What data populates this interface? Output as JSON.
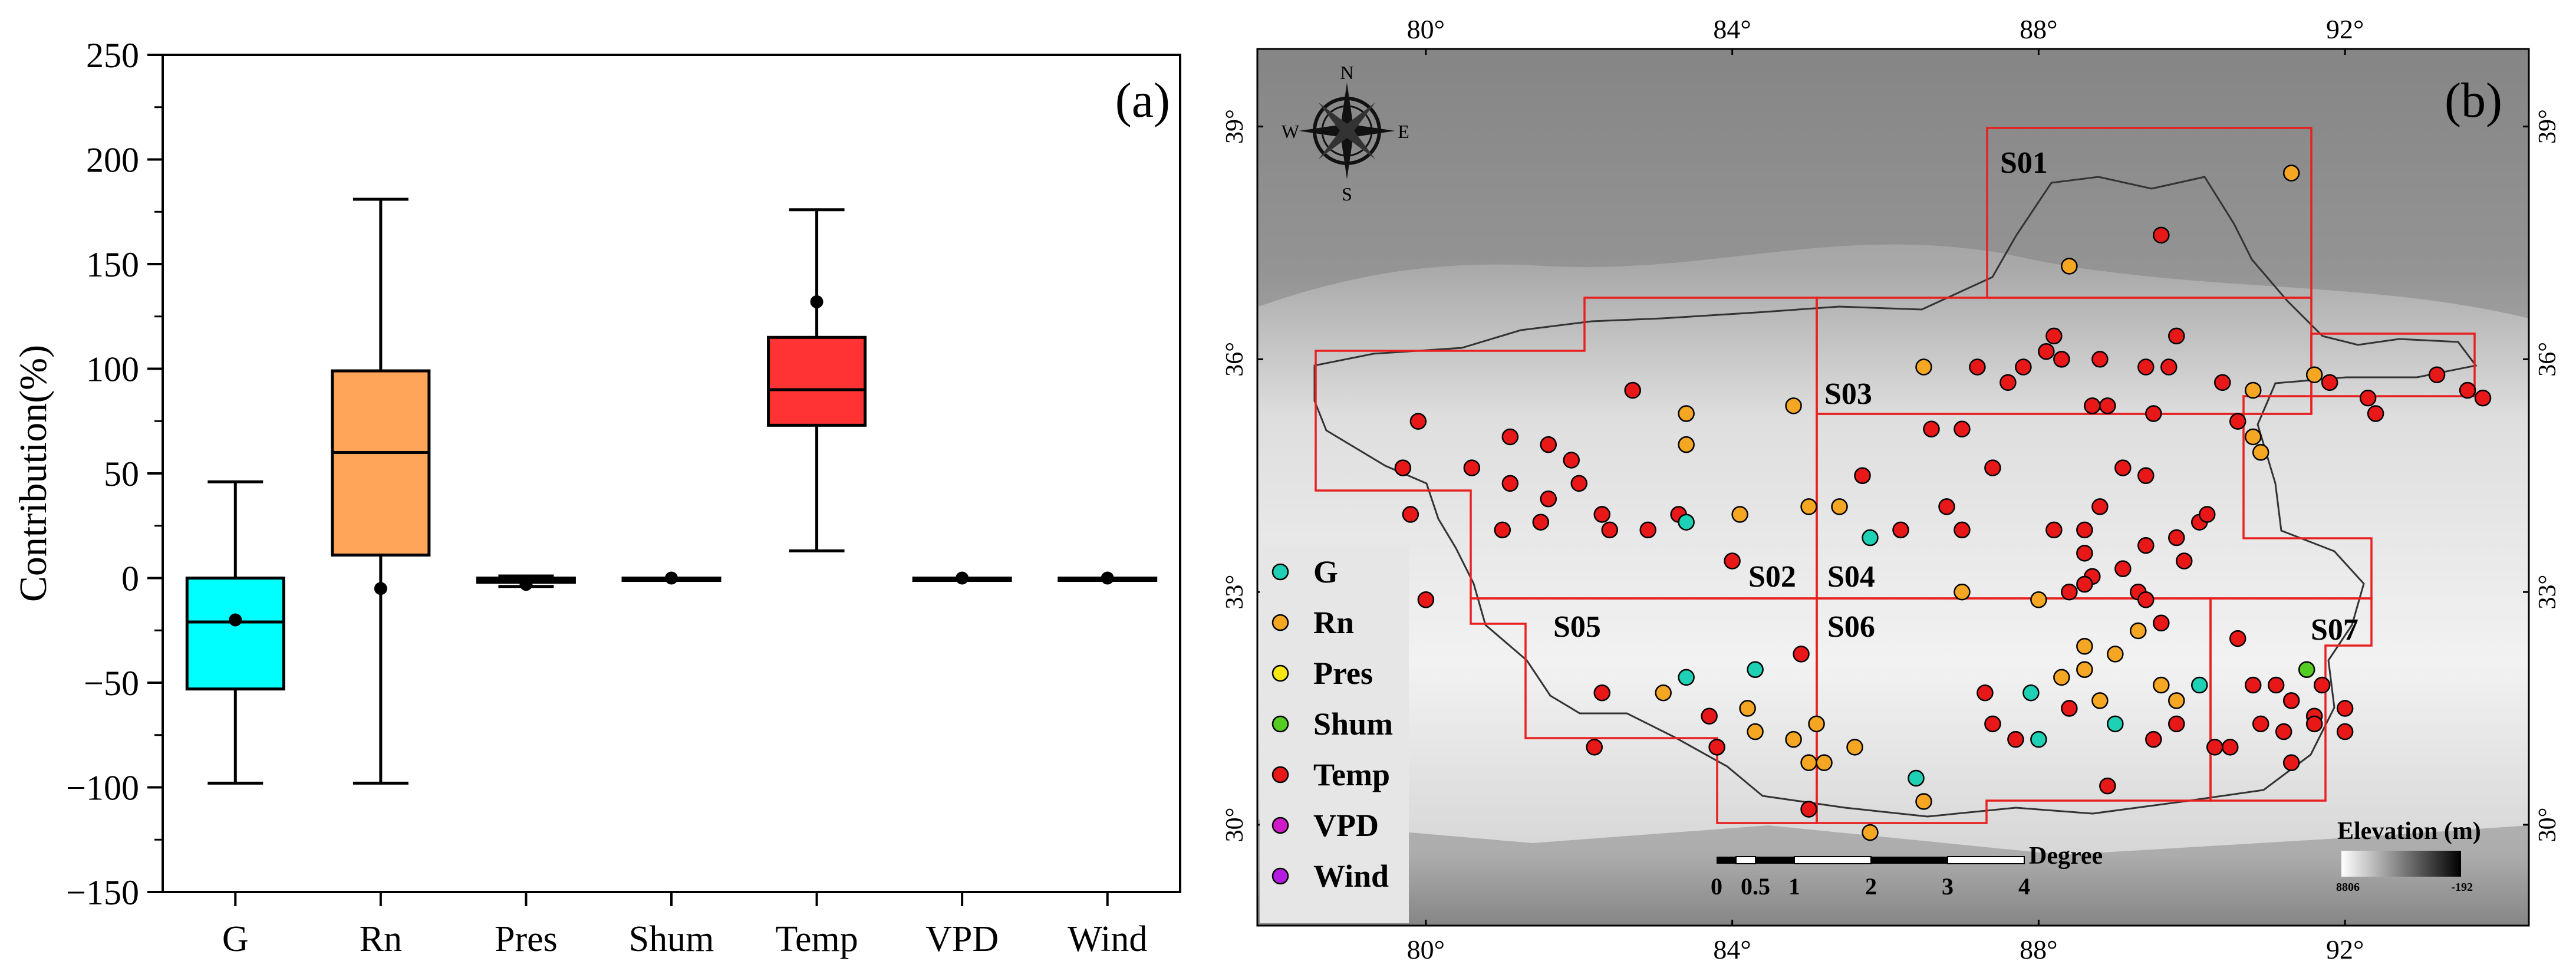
{
  "chart_data": [
    {
      "panel_label": "(a)",
      "type": "box",
      "ylabel": "Contribution(%)",
      "xlabel": "",
      "ylim": [
        -150,
        250
      ],
      "yticks": [
        -150,
        -100,
        -50,
        0,
        50,
        100,
        150,
        200,
        250
      ],
      "categories": [
        "G",
        "Rn",
        "Pres",
        "Shum",
        "Temp",
        "VPD",
        "Wind"
      ],
      "colors": [
        "#00FFFF",
        "#FFA55A",
        "#000000",
        "#000000",
        "#FF3333",
        "#000000",
        "#000000"
      ],
      "boxes": [
        {
          "name": "G",
          "min": -98,
          "q1": -53,
          "median": -21,
          "q3": 0,
          "max": 46,
          "mean": -20
        },
        {
          "name": "Rn",
          "min": -98,
          "q1": 11,
          "median": 60,
          "q3": 99,
          "max": 181,
          "mean": -5
        },
        {
          "name": "Pres",
          "min": -4,
          "q1": -2,
          "median": -1,
          "q3": 0,
          "max": 1,
          "mean": -3
        },
        {
          "name": "Shum",
          "min": 0,
          "q1": 0,
          "median": 0,
          "q3": 0,
          "max": 0,
          "mean": 0
        },
        {
          "name": "Temp",
          "min": 13,
          "q1": 73,
          "median": 90,
          "q3": 115,
          "max": 176,
          "mean": 132
        },
        {
          "name": "VPD",
          "min": 0,
          "q1": 0,
          "median": 0,
          "q3": 0,
          "max": 0,
          "mean": 0
        },
        {
          "name": "Wind",
          "min": 0,
          "q1": 0,
          "median": 0,
          "q3": 0,
          "max": 0,
          "mean": 0
        }
      ]
    },
    {
      "panel_label": "(b)",
      "type": "map",
      "xlim": [
        77.8,
        94.4
      ],
      "ylim": [
        28.7,
        40.0
      ],
      "xticks": [
        "80°",
        "84°",
        "88°",
        "92°"
      ],
      "yticks": [
        "39°",
        "36°",
        "33°",
        "30°"
      ],
      "compass": {
        "N": "N",
        "S": "S",
        "E": "E",
        "W": "W"
      },
      "scalebar": {
        "unit": "Degree",
        "labels": [
          "0",
          "0.5",
          "1",
          "2",
          "3",
          "4"
        ]
      },
      "elevation_legend": {
        "title": "Elevation (m)",
        "high": "8806",
        "low": "-192"
      },
      "legend": [
        {
          "label": "G",
          "color": "#1ED0B4"
        },
        {
          "label": "Rn",
          "color": "#F5A623"
        },
        {
          "label": "Pres",
          "color": "#F5E614"
        },
        {
          "label": "Shum",
          "color": "#55CC22"
        },
        {
          "label": "Temp",
          "color": "#E81818"
        },
        {
          "label": "VPD",
          "color": "#D01CC8"
        },
        {
          "label": "Wind",
          "color": "#B41CE0"
        }
      ],
      "regions": [
        "S01",
        "S02",
        "S03",
        "S04",
        "S05",
        "S06",
        "S07"
      ],
      "sites": [
        {
          "lon": 91.3,
          "lat": 38.4,
          "cat": "Rn"
        },
        {
          "lon": 89.6,
          "lat": 37.6,
          "cat": "Temp"
        },
        {
          "lon": 88.4,
          "lat": 37.2,
          "cat": "Rn"
        },
        {
          "lon": 88.1,
          "lat": 36.1,
          "cat": "Temp"
        },
        {
          "lon": 88.2,
          "lat": 36.3,
          "cat": "Temp"
        },
        {
          "lon": 88.3,
          "lat": 36.0,
          "cat": "Temp"
        },
        {
          "lon": 88.8,
          "lat": 36.0,
          "cat": "Temp"
        },
        {
          "lon": 89.4,
          "lat": 35.9,
          "cat": "Temp"
        },
        {
          "lon": 89.8,
          "lat": 36.3,
          "cat": "Temp"
        },
        {
          "lon": 88.7,
          "lat": 35.4,
          "cat": "Temp"
        },
        {
          "lon": 88.9,
          "lat": 35.4,
          "cat": "Temp"
        },
        {
          "lon": 89.5,
          "lat": 35.3,
          "cat": "Temp"
        },
        {
          "lon": 87.2,
          "lat": 35.9,
          "cat": "Temp"
        },
        {
          "lon": 87.6,
          "lat": 35.7,
          "cat": "Temp"
        },
        {
          "lon": 87.8,
          "lat": 35.9,
          "cat": "Temp"
        },
        {
          "lon": 86.5,
          "lat": 35.9,
          "cat": "Rn"
        },
        {
          "lon": 86.6,
          "lat": 35.1,
          "cat": "Temp"
        },
        {
          "lon": 87.0,
          "lat": 35.1,
          "cat": "Temp"
        },
        {
          "lon": 87.4,
          "lat": 34.6,
          "cat": "Temp"
        },
        {
          "lon": 89.7,
          "lat": 35.9,
          "cat": "Temp"
        },
        {
          "lon": 90.4,
          "lat": 35.7,
          "cat": "Temp"
        },
        {
          "lon": 90.8,
          "lat": 35.6,
          "cat": "Rn"
        },
        {
          "lon": 90.6,
          "lat": 35.2,
          "cat": "Temp"
        },
        {
          "lon": 90.8,
          "lat": 35.0,
          "cat": "Rn"
        },
        {
          "lon": 90.9,
          "lat": 34.8,
          "cat": "Rn"
        },
        {
          "lon": 91.8,
          "lat": 35.7,
          "cat": "Temp"
        },
        {
          "lon": 91.6,
          "lat": 35.8,
          "cat": "Rn"
        },
        {
          "lon": 92.3,
          "lat": 35.5,
          "cat": "Temp"
        },
        {
          "lon": 92.4,
          "lat": 35.3,
          "cat": "Temp"
        },
        {
          "lon": 93.2,
          "lat": 35.8,
          "cat": "Temp"
        },
        {
          "lon": 93.6,
          "lat": 35.6,
          "cat": "Temp"
        },
        {
          "lon": 93.8,
          "lat": 35.5,
          "cat": "Temp"
        },
        {
          "lon": 79.9,
          "lat": 35.2,
          "cat": "Temp"
        },
        {
          "lon": 79.7,
          "lat": 34.6,
          "cat": "Temp"
        },
        {
          "lon": 79.8,
          "lat": 34.0,
          "cat": "Temp"
        },
        {
          "lon": 80.6,
          "lat": 34.6,
          "cat": "Temp"
        },
        {
          "lon": 81.1,
          "lat": 35.0,
          "cat": "Temp"
        },
        {
          "lon": 81.1,
          "lat": 34.4,
          "cat": "Temp"
        },
        {
          "lon": 81.0,
          "lat": 33.8,
          "cat": "Temp"
        },
        {
          "lon": 81.6,
          "lat": 34.9,
          "cat": "Temp"
        },
        {
          "lon": 81.9,
          "lat": 34.7,
          "cat": "Temp"
        },
        {
          "lon": 82.0,
          "lat": 34.4,
          "cat": "Temp"
        },
        {
          "lon": 81.6,
          "lat": 34.2,
          "cat": "Temp"
        },
        {
          "lon": 81.5,
          "lat": 33.9,
          "cat": "Temp"
        },
        {
          "lon": 82.3,
          "lat": 34.0,
          "cat": "Temp"
        },
        {
          "lon": 82.4,
          "lat": 33.8,
          "cat": "Temp"
        },
        {
          "lon": 82.9,
          "lat": 33.8,
          "cat": "Temp"
        },
        {
          "lon": 82.7,
          "lat": 35.6,
          "cat": "Temp"
        },
        {
          "lon": 83.4,
          "lat": 35.3,
          "cat": "Rn"
        },
        {
          "lon": 83.4,
          "lat": 34.9,
          "cat": "Rn"
        },
        {
          "lon": 83.3,
          "lat": 34.0,
          "cat": "Temp"
        },
        {
          "lon": 83.4,
          "lat": 33.9,
          "cat": "G"
        },
        {
          "lon": 84.1,
          "lat": 34.0,
          "cat": "Rn"
        },
        {
          "lon": 84.8,
          "lat": 35.4,
          "cat": "Rn"
        },
        {
          "lon": 84.0,
          "lat": 33.4,
          "cat": "Temp"
        },
        {
          "lon": 85.0,
          "lat": 34.1,
          "cat": "Rn"
        },
        {
          "lon": 85.4,
          "lat": 34.1,
          "cat": "Rn"
        },
        {
          "lon": 85.7,
          "lat": 34.5,
          "cat": "Temp"
        },
        {
          "lon": 85.8,
          "lat": 33.7,
          "cat": "G"
        },
        {
          "lon": 86.2,
          "lat": 33.8,
          "cat": "Temp"
        },
        {
          "lon": 86.8,
          "lat": 34.1,
          "cat": "Temp"
        },
        {
          "lon": 87.0,
          "lat": 33.8,
          "cat": "Temp"
        },
        {
          "lon": 88.2,
          "lat": 33.8,
          "cat": "Temp"
        },
        {
          "lon": 88.6,
          "lat": 33.8,
          "cat": "Temp"
        },
        {
          "lon": 88.6,
          "lat": 33.5,
          "cat": "Temp"
        },
        {
          "lon": 88.7,
          "lat": 33.2,
          "cat": "Temp"
        },
        {
          "lon": 89.1,
          "lat": 33.3,
          "cat": "Temp"
        },
        {
          "lon": 89.3,
          "lat": 33.0,
          "cat": "Temp"
        },
        {
          "lon": 89.4,
          "lat": 33.6,
          "cat": "Temp"
        },
        {
          "lon": 89.8,
          "lat": 33.7,
          "cat": "Temp"
        },
        {
          "lon": 89.9,
          "lat": 33.4,
          "cat": "Temp"
        },
        {
          "lon": 90.1,
          "lat": 33.9,
          "cat": "Temp"
        },
        {
          "lon": 90.2,
          "lat": 34.0,
          "cat": "Temp"
        },
        {
          "lon": 89.4,
          "lat": 34.5,
          "cat": "Temp"
        },
        {
          "lon": 89.1,
          "lat": 34.6,
          "cat": "Temp"
        },
        {
          "lon": 88.8,
          "lat": 34.1,
          "cat": "Temp"
        },
        {
          "lon": 87.0,
          "lat": 33.0,
          "cat": "Rn"
        },
        {
          "lon": 88.0,
          "lat": 32.9,
          "cat": "Rn"
        },
        {
          "lon": 88.4,
          "lat": 33.0,
          "cat": "Temp"
        },
        {
          "lon": 88.6,
          "lat": 33.1,
          "cat": "Temp"
        },
        {
          "lon": 89.4,
          "lat": 32.9,
          "cat": "Temp"
        },
        {
          "lon": 89.6,
          "lat": 32.6,
          "cat": "Temp"
        },
        {
          "lon": 80.0,
          "lat": 32.9,
          "cat": "Temp"
        },
        {
          "lon": 82.3,
          "lat": 31.7,
          "cat": "Temp"
        },
        {
          "lon": 82.2,
          "lat": 31.0,
          "cat": "Temp"
        },
        {
          "lon": 83.1,
          "lat": 31.7,
          "cat": "Rn"
        },
        {
          "lon": 83.4,
          "lat": 31.9,
          "cat": "G"
        },
        {
          "lon": 83.7,
          "lat": 31.4,
          "cat": "Temp"
        },
        {
          "lon": 83.8,
          "lat": 31.0,
          "cat": "Temp"
        },
        {
          "lon": 84.3,
          "lat": 32.0,
          "cat": "G"
        },
        {
          "lon": 84.2,
          "lat": 31.5,
          "cat": "Rn"
        },
        {
          "lon": 84.3,
          "lat": 31.2,
          "cat": "Rn"
        },
        {
          "lon": 84.8,
          "lat": 31.1,
          "cat": "Rn"
        },
        {
          "lon": 84.9,
          "lat": 32.2,
          "cat": "Temp"
        },
        {
          "lon": 85.1,
          "lat": 31.3,
          "cat": "Rn"
        },
        {
          "lon": 85.0,
          "lat": 30.8,
          "cat": "Rn"
        },
        {
          "lon": 85.2,
          "lat": 30.8,
          "cat": "Rn"
        },
        {
          "lon": 85.0,
          "lat": 30.2,
          "cat": "Temp"
        },
        {
          "lon": 85.6,
          "lat": 31.0,
          "cat": "Rn"
        },
        {
          "lon": 85.8,
          "lat": 29.9,
          "cat": "Rn"
        },
        {
          "lon": 86.4,
          "lat": 30.6,
          "cat": "G"
        },
        {
          "lon": 86.5,
          "lat": 30.3,
          "cat": "Rn"
        },
        {
          "lon": 87.3,
          "lat": 31.7,
          "cat": "Temp"
        },
        {
          "lon": 87.7,
          "lat": 31.1,
          "cat": "Temp"
        },
        {
          "lon": 87.4,
          "lat": 31.3,
          "cat": "Temp"
        },
        {
          "lon": 87.9,
          "lat": 31.7,
          "cat": "G"
        },
        {
          "lon": 88.0,
          "lat": 31.1,
          "cat": "G"
        },
        {
          "lon": 88.3,
          "lat": 31.9,
          "cat": "Rn"
        },
        {
          "lon": 88.6,
          "lat": 32.0,
          "cat": "Rn"
        },
        {
          "lon": 88.4,
          "lat": 31.5,
          "cat": "Temp"
        },
        {
          "lon": 88.8,
          "lat": 31.6,
          "cat": "Rn"
        },
        {
          "lon": 89.0,
          "lat": 31.3,
          "cat": "G"
        },
        {
          "lon": 88.6,
          "lat": 32.3,
          "cat": "Rn"
        },
        {
          "lon": 89.0,
          "lat": 32.2,
          "cat": "Rn"
        },
        {
          "lon": 89.3,
          "lat": 32.5,
          "cat": "Rn"
        },
        {
          "lon": 89.6,
          "lat": 31.8,
          "cat": "Rn"
        },
        {
          "lon": 89.8,
          "lat": 31.6,
          "cat": "Rn"
        },
        {
          "lon": 90.1,
          "lat": 31.8,
          "cat": "G"
        },
        {
          "lon": 89.5,
          "lat": 31.1,
          "cat": "Temp"
        },
        {
          "lon": 89.8,
          "lat": 31.3,
          "cat": "Temp"
        },
        {
          "lon": 90.3,
          "lat": 31.0,
          "cat": "Temp"
        },
        {
          "lon": 90.5,
          "lat": 31.0,
          "cat": "Temp"
        },
        {
          "lon": 88.9,
          "lat": 30.5,
          "cat": "Temp"
        },
        {
          "lon": 90.6,
          "lat": 32.4,
          "cat": "Temp"
        },
        {
          "lon": 90.8,
          "lat": 31.8,
          "cat": "Temp"
        },
        {
          "lon": 90.9,
          "lat": 31.3,
          "cat": "Temp"
        },
        {
          "lon": 91.1,
          "lat": 31.8,
          "cat": "Temp"
        },
        {
          "lon": 91.2,
          "lat": 31.2,
          "cat": "Temp"
        },
        {
          "lon": 91.3,
          "lat": 31.6,
          "cat": "Temp"
        },
        {
          "lon": 91.6,
          "lat": 31.4,
          "cat": "Temp"
        },
        {
          "lon": 91.7,
          "lat": 31.8,
          "cat": "Temp"
        },
        {
          "lon": 91.6,
          "lat": 31.3,
          "cat": "Temp"
        },
        {
          "lon": 91.3,
          "lat": 30.8,
          "cat": "Temp"
        },
        {
          "lon": 92.0,
          "lat": 31.5,
          "cat": "Temp"
        },
        {
          "lon": 92.0,
          "lat": 31.2,
          "cat": "Temp"
        },
        {
          "lon": 91.5,
          "lat": 32.0,
          "cat": "Shum"
        }
      ]
    }
  ]
}
